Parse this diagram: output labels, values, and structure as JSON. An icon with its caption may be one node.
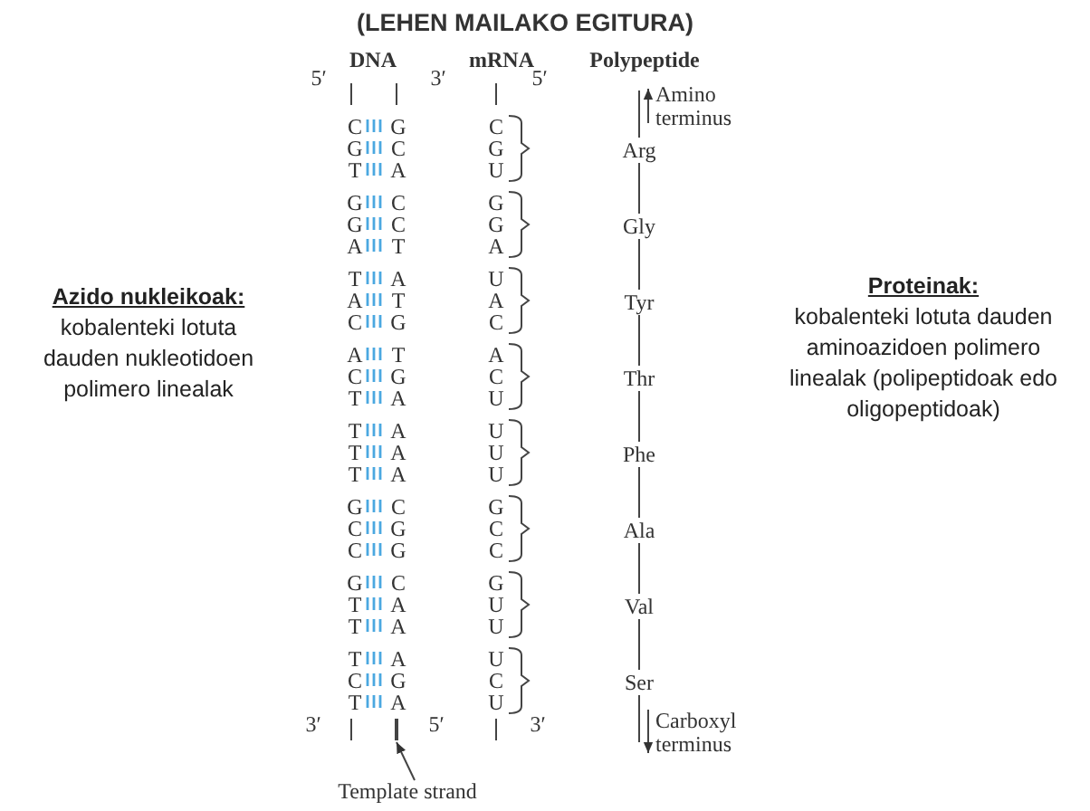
{
  "diagram": {
    "title": "(LEHEN MAILAKO EGITURA)",
    "nodes": [
      {
        "text": [
          "Template strand"
        ]
      },
      {
        "text": [],
        "shape": "bar"
      }
    ],
    "edges": [
      {
        "from": 0,
        "to": 1,
        "arrow": "to"
      }
    ],
    "labels": [
      "DNA",
      "mRNA",
      "Polypeptide",
      "5′",
      "3′",
      "5′",
      "Amino terminus",
      "Azido nukleikoak:",
      "kobalenteki lotuta dauden nukleotidoen polimero linealak",
      "Proteinak:",
      "kobalenteki lotuta dauden aminoazidoen polimero linealak (polipeptidoak edo oligopeptidoak)",
      "C",
      "G",
      "C",
      "G",
      "C",
      "G",
      "Arg",
      "T",
      "A",
      "U",
      "G",
      "C",
      "G",
      "G",
      "C",
      "G",
      "Gly",
      "A",
      "T",
      "A",
      "T",
      "A",
      "U",
      "A",
      "T",
      "A",
      "Tyr",
      "C",
      "G",
      "C",
      "A",
      "T",
      "A",
      "C",
      "G",
      "C",
      "Thr",
      "T",
      "A",
      "U",
      "T",
      "A",
      "U",
      "T",
      "A",
      "U",
      "Phe",
      "T",
      "A",
      "U",
      "G",
      "C",
      "G",
      "C",
      "G",
      "C",
      "Ala",
      "C",
      "G",
      "C",
      "G",
      "C",
      "G",
      "T",
      "A",
      "U",
      "Val",
      "T",
      "A",
      "U",
      "T",
      "A",
      "U",
      "C",
      "G",
      "C",
      "Ser",
      "T",
      "A",
      "U",
      "Carboxyl terminus",
      "3′",
      "5′",
      "3′"
    ]
  }
}
